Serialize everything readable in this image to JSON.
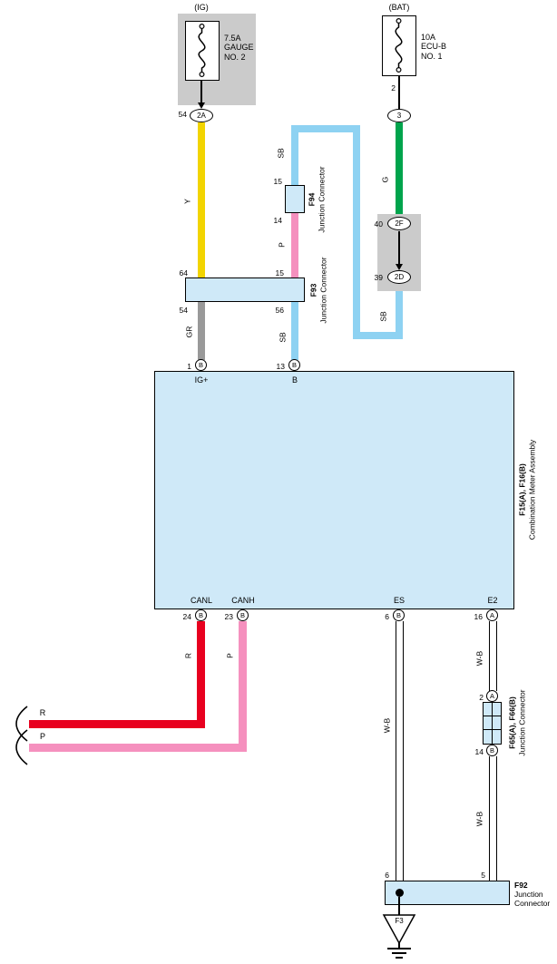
{
  "colors": {
    "yellow": "#f2d400",
    "green": "#00a44c",
    "gray_wire": "#999999",
    "sky": "#8ed2f2",
    "pink": "#f590be",
    "red": "#e8001f",
    "box_blue": "#cfe9f8",
    "shade": "#cbcbcb"
  },
  "wires": {
    "y": "Y",
    "g": "G",
    "gr": "GR",
    "sb": "SB",
    "p": "P",
    "r": "R",
    "wb": "W-B"
  },
  "ig": {
    "source": "(IG)",
    "fuse_amp": "7.5A",
    "fuse_name": "GAUGE",
    "fuse_no": "NO. 2",
    "pin": "54",
    "connector": "2A"
  },
  "bat": {
    "source": "(BAT)",
    "fuse_amp": "10A",
    "fuse_name": "ECU-B",
    "fuse_no": "NO. 1",
    "pin": "2",
    "connector": "3",
    "pin_2f": "40",
    "conn_2f": "2F",
    "pin_2d": "39",
    "conn_2d": "2D"
  },
  "f94": {
    "name": "F94",
    "type": "Junction Connector",
    "pin_top": "15",
    "pin_bottom": "14"
  },
  "f93": {
    "name": "F93",
    "type": "Junction Connector",
    "pin_in_left": "64",
    "pin_in_right": "15",
    "pin_out_left": "54",
    "pin_out_right": "56"
  },
  "meter": {
    "name": "F15(A), F16(B)",
    "type": "Combination Meter Assembly",
    "term_a": "A",
    "term_b": "B",
    "pin_ig": "1",
    "sig_ig": "IG+",
    "pin_b": "13",
    "sig_b": "B",
    "pin_canl": "24",
    "sig_canl": "CANL",
    "pin_canh": "23",
    "sig_canh": "CANH",
    "pin_es": "6",
    "sig_es": "ES",
    "pin_e2": "16",
    "sig_e2": "E2"
  },
  "f65": {
    "name": "F65(A), F66(B)",
    "type": "Junction Connector",
    "pin_top": "2",
    "term_top": "A",
    "pin_bottom": "14",
    "term_bottom": "B"
  },
  "f92": {
    "name": "F92",
    "type_l1": "Junction",
    "type_l2": "Connector",
    "pin_left": "6",
    "pin_right": "5"
  },
  "ground": {
    "code": "F3"
  }
}
